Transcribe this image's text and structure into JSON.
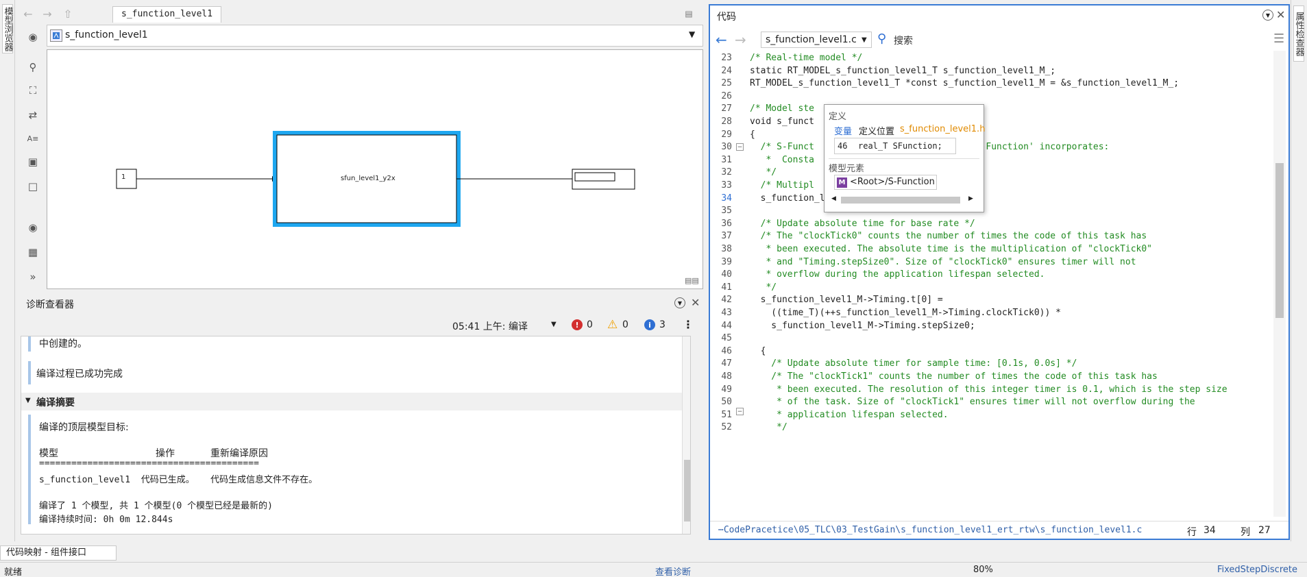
{
  "left_strip": {
    "model_browser": "模型浏览器"
  },
  "right_strip": {
    "property_inspector": "属性检查器"
  },
  "editor": {
    "tab": "s_function_level1",
    "address": "s_function_level1",
    "blocks": {
      "constant_value": "1",
      "sfun_label": "sfun_level1_y2x"
    }
  },
  "diagnostics": {
    "title": "诊断查看器",
    "time": "05:41 上午: 编译",
    "errors": "0",
    "warnings": "0",
    "infos": "3",
    "lines": {
      "created": "中创建的。",
      "success": "编译过程已成功完成",
      "summary_header": "编译摘要",
      "top_model": "编译的顶层模型目标:",
      "col_model": "模型",
      "col_action": "操作",
      "col_reason": "重新编译原因",
      "separator": "=========================================",
      "row": "s_function_level1  代码已生成。   代码生成信息文件不存在。",
      "built": "编译了 1 个模型, 共 1 个模型(0 个模型已经是最新的)",
      "duration": "编译持续时间: 0h 0m 12.844s"
    }
  },
  "bottom_tab": "代码映射 - 组件接口",
  "code": {
    "title": "代码",
    "file": "s_function_level1.c",
    "search_placeholder": "搜索",
    "path": "⋯CodePracetice\\05_TLC\\03_TestGain\\s_function_level1_ert_rtw\\s_function_level1.c",
    "row_label": "行",
    "row": "34",
    "col_label": "列",
    "col": "27",
    "lines": [
      {
        "n": "23",
        "t": "/* Real-time model */"
      },
      {
        "n": "24",
        "t": "static RT_MODEL_s_function_level1_T s_function_level1_M_;"
      },
      {
        "n": "25",
        "t": "RT_MODEL_s_function_level1_T *const s_function_level1_M = &s_function_level1_M_;"
      },
      {
        "n": "26",
        "t": ""
      },
      {
        "n": "27",
        "t": "/* Model ste"
      },
      {
        "n": "28",
        "t": "void s_funct"
      },
      {
        "n": "29",
        "t": "{"
      },
      {
        "n": "30",
        "t": "  /* S-Funct                             /S-Function' incorporates:"
      },
      {
        "n": "31",
        "t": "   *  Consta"
      },
      {
        "n": "32",
        "t": "   */"
      },
      {
        "n": "33",
        "t": "  /* Multipl"
      },
      {
        "n": "34",
        "t": "  s_function_level1_B.SFunction = 1.0 * 2.0;"
      },
      {
        "n": "35",
        "t": ""
      },
      {
        "n": "36",
        "t": "  /* Update absolute time for base rate */"
      },
      {
        "n": "37",
        "t": "  /* The \"clockTick0\" counts the number of times the code of this task has"
      },
      {
        "n": "38",
        "t": "   * been executed. The absolute time is the multiplication of \"clockTick0\""
      },
      {
        "n": "39",
        "t": "   * and \"Timing.stepSize0\". Size of \"clockTick0\" ensures timer will not"
      },
      {
        "n": "40",
        "t": "   * overflow during the application lifespan selected."
      },
      {
        "n": "41",
        "t": "   */"
      },
      {
        "n": "42",
        "t": "  s_function_level1_M->Timing.t[0] ="
      },
      {
        "n": "43",
        "t": "    ((time_T)(++s_function_level1_M->Timing.clockTick0)) *"
      },
      {
        "n": "44",
        "t": "    s_function_level1_M->Timing.stepSize0;"
      },
      {
        "n": "45",
        "t": ""
      },
      {
        "n": "46",
        "t": "  {"
      },
      {
        "n": "47",
        "t": "    /* Update absolute timer for sample time: [0.1s, 0.0s] */"
      },
      {
        "n": "48",
        "t": "    /* The \"clockTick1\" counts the number of times the code of this task has"
      },
      {
        "n": "49",
        "t": "     * been executed. The resolution of this integer timer is 0.1, which is the step size"
      },
      {
        "n": "50",
        "t": "     * of the task. Size of \"clockTick1\" ensures timer will not overflow during the"
      },
      {
        "n": "51",
        "t": "     * application lifespan selected."
      },
      {
        "n": "52",
        "t": "     */"
      }
    ]
  },
  "popup": {
    "def_header": "定义",
    "var_kind": "变量",
    "def_loc": "定义位置",
    "def_file": "s_function_level1.h",
    "def_line_no": "46",
    "def_code": "real_T SFunction;",
    "model_header": "模型元素",
    "model_badge": "M",
    "model_path": "<Root>/S-Function"
  },
  "status": {
    "ready": "就绪",
    "diag_link": "查看诊断",
    "zoom": "80%",
    "solver": "FixedStepDiscrete"
  },
  "colors": {
    "accent": "#3a7bd5",
    "block_highlight": "#1ea7f0",
    "comment": "#228b22",
    "orange": "#e08a00"
  }
}
